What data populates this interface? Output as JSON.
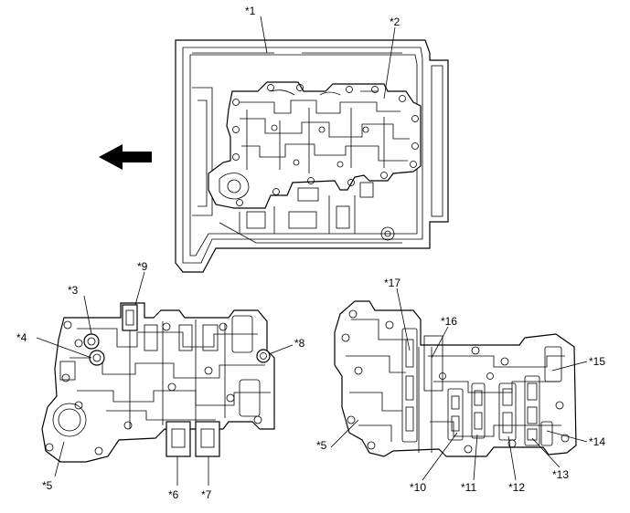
{
  "callouts": {
    "c1": "*1",
    "c2": "*2",
    "c3": "*3",
    "c4": "*4",
    "c5a": "*5",
    "c5b": "*5",
    "c6": "*6",
    "c7": "*7",
    "c8": "*8",
    "c9": "*9",
    "c10": "*10",
    "c11": "*11",
    "c12": "*12",
    "c13": "*13",
    "c14": "*14",
    "c15": "*15",
    "c16": "*16",
    "c17": "*17"
  },
  "icons": {
    "direction_arrow": "arrow-left-icon"
  },
  "colors": {
    "line": "#000000",
    "background": "#ffffff"
  }
}
